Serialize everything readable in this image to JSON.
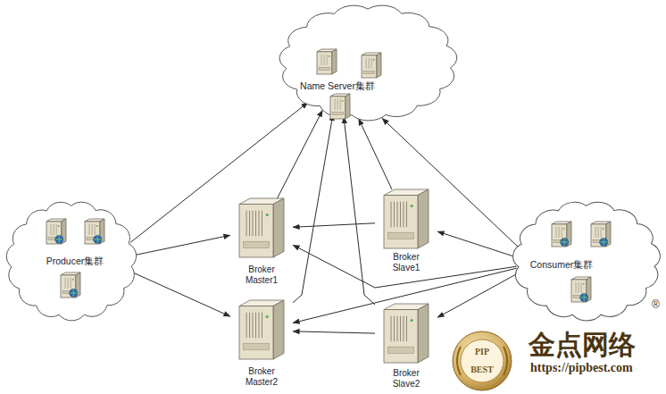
{
  "diagram": {
    "nodes": [
      {
        "text": [
          "Name Server集群"
        ]
      },
      {
        "text": [
          "Producer集群"
        ]
      },
      {
        "text": [
          "Broker Master1"
        ]
      },
      {
        "text": [
          "Broker Slave1"
        ]
      },
      {
        "text": [
          "Consumer集群"
        ]
      },
      {
        "text": [
          "Broker Master2"
        ]
      },
      {
        "text": [
          "Broker Slave2"
        ]
      }
    ],
    "edges": [
      {
        "from": 1,
        "to": 0,
        "arrow": "to"
      },
      {
        "from": 1,
        "to": 2,
        "arrow": "to"
      },
      {
        "from": 1,
        "to": 5,
        "arrow": "to"
      },
      {
        "from": 2,
        "to": 0,
        "arrow": "to"
      },
      {
        "from": 3,
        "to": 0,
        "arrow": "to"
      },
      {
        "from": 5,
        "to": 0,
        "arrow": "to"
      },
      {
        "from": 6,
        "to": 0,
        "arrow": "to"
      },
      {
        "from": 3,
        "to": 2,
        "arrow": "to"
      },
      {
        "from": 6,
        "to": 5,
        "arrow": "to"
      },
      {
        "from": 4,
        "to": 0,
        "arrow": "to"
      },
      {
        "from": 4,
        "to": 3,
        "arrow": "to"
      },
      {
        "from": 4,
        "to": 2,
        "arrow": "to"
      },
      {
        "from": 4,
        "to": 5,
        "arrow": "to"
      },
      {
        "from": 4,
        "to": 6,
        "arrow": "to"
      }
    ],
    "labels": [
      "PIP",
      "BEST",
      "金点网络",
      "https://pipbest.com",
      "®"
    ]
  }
}
